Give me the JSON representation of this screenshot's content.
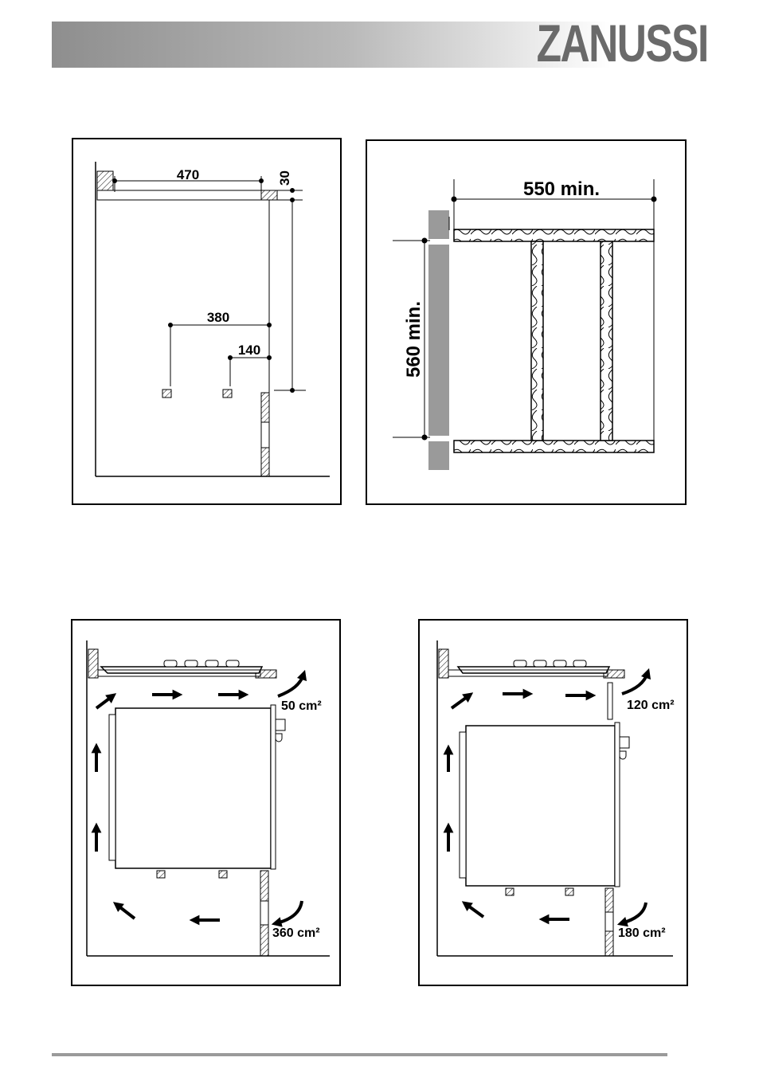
{
  "header": {
    "brand": "ZANUSSI"
  },
  "figure1": {
    "dim_width": "470",
    "dim_top": "30",
    "dim_left_spacing": "380",
    "dim_right_spacing": "140"
  },
  "figure2": {
    "dim_width": "550 min.",
    "dim_height": "560 min."
  },
  "figure3": {
    "vent_top": "50 cm²",
    "vent_bottom": "360 cm²"
  },
  "figure4": {
    "vent_top": "120 cm²",
    "vent_bottom": "180 cm²"
  }
}
